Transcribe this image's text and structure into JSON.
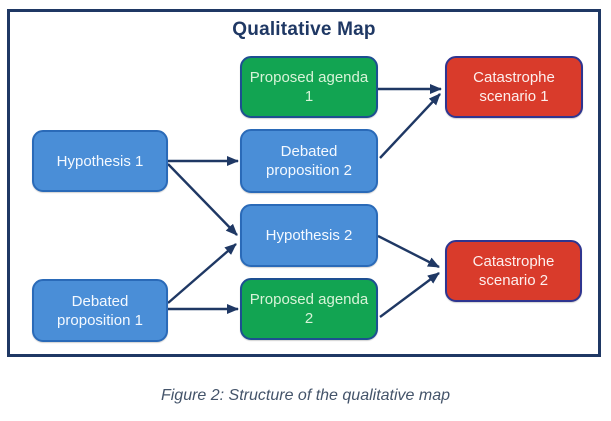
{
  "diagram": {
    "title": "Qualitative Map",
    "nodes": {
      "hypothesis1": {
        "label": "Hypothesis 1",
        "type": "blue"
      },
      "debated_proposition1": {
        "label": "Debated proposition 1",
        "type": "blue"
      },
      "proposed_agenda1": {
        "label": "Proposed agenda 1",
        "type": "green"
      },
      "debated_proposition2": {
        "label": "Debated proposition 2",
        "type": "blue"
      },
      "hypothesis2": {
        "label": "Hypothesis 2",
        "type": "blue"
      },
      "proposed_agenda2": {
        "label": "Proposed agenda 2",
        "type": "green"
      },
      "catastrophe_scenario1": {
        "label": "Catastrophe scenario 1",
        "type": "red"
      },
      "catastrophe_scenario2": {
        "label": "Catastrophe scenario 2",
        "type": "red"
      }
    },
    "edges": [
      {
        "from": "hypothesis1",
        "to": "debated_proposition2"
      },
      {
        "from": "hypothesis1",
        "to": "hypothesis2"
      },
      {
        "from": "debated_proposition1",
        "to": "hypothesis2"
      },
      {
        "from": "debated_proposition1",
        "to": "proposed_agenda2"
      },
      {
        "from": "proposed_agenda1",
        "to": "catastrophe_scenario1"
      },
      {
        "from": "debated_proposition2",
        "to": "catastrophe_scenario1"
      },
      {
        "from": "hypothesis2",
        "to": "catastrophe_scenario2"
      },
      {
        "from": "proposed_agenda2",
        "to": "catastrophe_scenario2"
      }
    ],
    "colors": {
      "frame_border": "#1f3864",
      "arrow": "#1f3864",
      "blue_fill": "#4a8ed7",
      "blue_border": "#2a6ab8",
      "blue_text": "#f4f9ff",
      "green_fill": "#12a452",
      "green_border": "#1d4f91",
      "green_text": "#d8f3d8",
      "red_fill": "#d93b2b",
      "red_border": "#2f3590",
      "red_text": "#fdefed",
      "caption_color": "#44546a"
    }
  },
  "caption": "Figure 2: Structure of the qualitative map"
}
